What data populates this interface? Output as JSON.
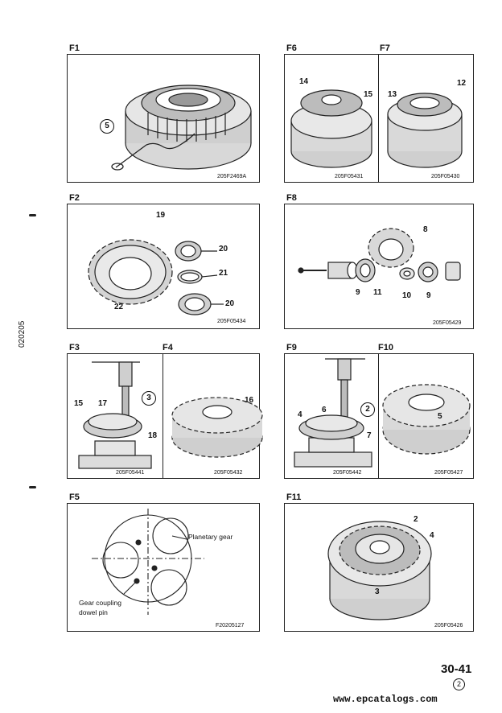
{
  "figures": {
    "f1": {
      "label": "F1",
      "code": "205F2469A",
      "callouts": [
        "5"
      ]
    },
    "f6": {
      "label": "F6",
      "code": "205F05431",
      "callouts": [
        "14",
        "15"
      ]
    },
    "f7": {
      "label": "F7",
      "code": "205F05430",
      "callouts": [
        "13",
        "12"
      ]
    },
    "f2": {
      "label": "F2",
      "code": "205F05434",
      "callouts": [
        "19",
        "20",
        "21",
        "22",
        "20"
      ]
    },
    "f8": {
      "label": "F8",
      "code": "205F05429",
      "callouts": [
        "8",
        "9",
        "11",
        "10",
        "9"
      ]
    },
    "f3": {
      "label": "F3",
      "code": "205F05441",
      "callouts": [
        "15",
        "17",
        "3",
        "18"
      ]
    },
    "f4": {
      "label": "F4",
      "code": "205F05432",
      "callouts": [
        "16"
      ]
    },
    "f9": {
      "label": "F9",
      "code": "205F05442",
      "callouts": [
        "4",
        "6",
        "2",
        "7"
      ]
    },
    "f10": {
      "label": "F10",
      "code": "205F05427",
      "callouts": [
        "5"
      ]
    },
    "f5": {
      "label": "F5",
      "code": "F20205127",
      "notes": [
        "Planetary gear",
        "Gear coupling",
        "dowel pin"
      ]
    },
    "f11": {
      "label": "F11",
      "code": "205F05426",
      "callouts": [
        "2",
        "4",
        "3"
      ]
    }
  },
  "side_code": "020205",
  "page_number": "30-41",
  "revision_mark": "2",
  "website": "www.epcatalogs.com"
}
